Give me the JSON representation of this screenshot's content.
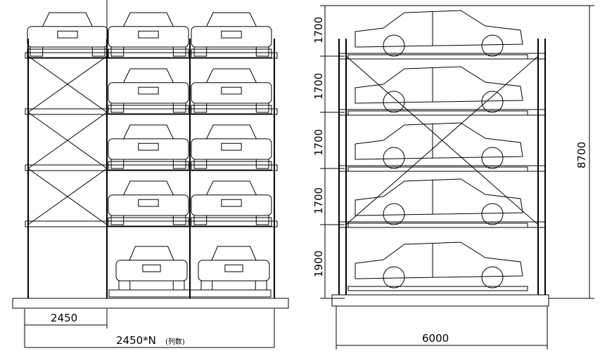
{
  "drawing": {
    "front_view": {
      "width_label": "2450",
      "total_width_label": "2450*N",
      "total_width_note": "(列数)",
      "columns": 3,
      "upper_levels": 4
    },
    "side_view": {
      "level_heights": [
        "1700",
        "1700",
        "1700",
        "1700"
      ],
      "ground_level_height": "1900",
      "total_height": "8700",
      "length": "6000"
    }
  }
}
